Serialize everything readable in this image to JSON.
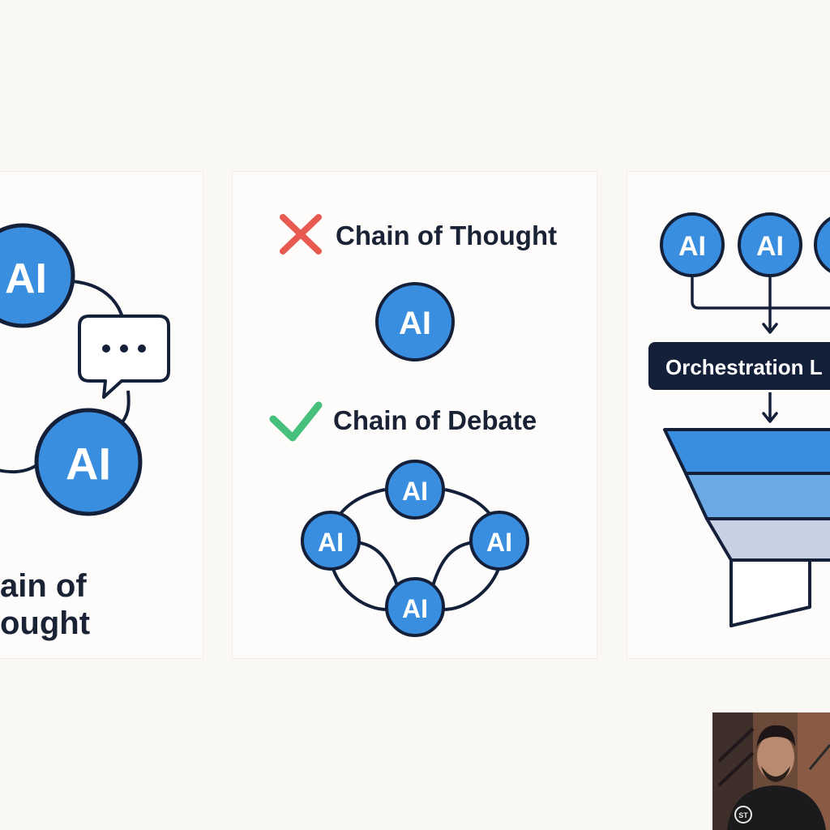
{
  "colors": {
    "node_fill": "#3a8ee0",
    "node_stroke": "#14203a",
    "dark": "#14203a",
    "cross_red": "#e85a4f",
    "check_green": "#46c07a",
    "funnel_top": "#3a8ee0",
    "funnel_mid": "#6aa9e4",
    "funnel_low": "#c6d2e4"
  },
  "node_label": "AI",
  "left_panel": {
    "caption_line1": "ain of",
    "caption_line2": "ought",
    "bubble_icon": "speech-bubble-icon"
  },
  "middle_panel": {
    "wrong_label": "Chain of Thought",
    "wrong_icon": "cross-icon",
    "right_label": "Chain of Debate",
    "right_icon": "check-icon"
  },
  "right_panel": {
    "orchestration_label": "Orchestration L",
    "funnel_icon": "funnel-icon"
  },
  "webcam": {
    "shirt_text": "ST"
  }
}
